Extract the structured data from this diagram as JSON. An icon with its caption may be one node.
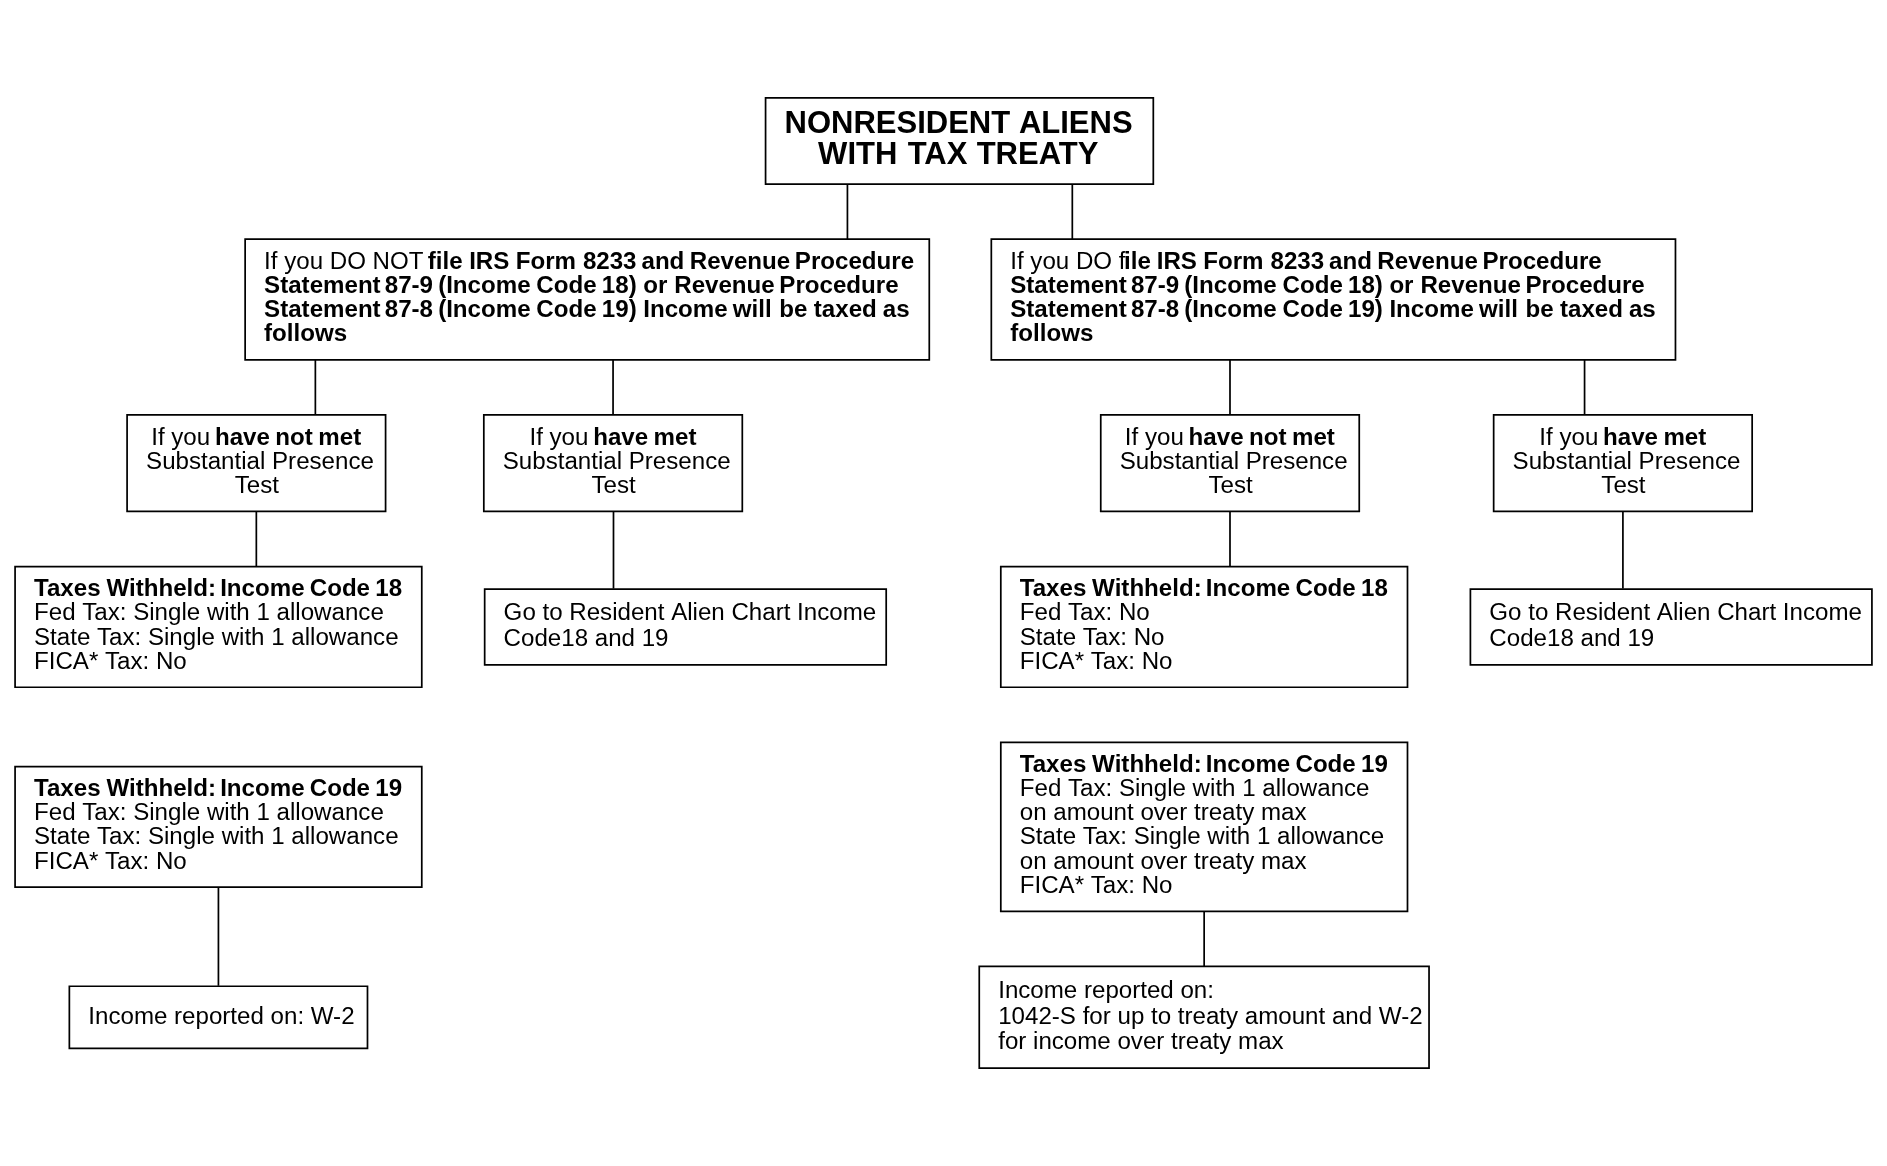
{
  "diagram": {
    "nodes": [
      {
        "text": [
          "NONRESIDENT ALIENS WITH TAX TREATY"
        ]
      },
      {
        "text": [
          "If you DO NOT **file IRS Form 8233 and Revenue Procedure Statement 87-9 (Income Code 18) or Revenue Procedure Statement 87-8 (Income Code 19) Income will be taxed as follows**"
        ]
      },
      {
        "text": [
          "If you DO f**ile IRS Form 8233 and Revenue Procedure Statement 87-9 (Income Code 18) or Revenue Procedure Statement 87-8 (Income Code 19) Income will be taxed as follows**"
        ]
      },
      {
        "text": [
          "If you **have not met** Substantial Presence Test"
        ]
      },
      {
        "text": [
          "If you **have met** Substantial Presence Test"
        ]
      },
      {
        "text": [
          "Taxes Withheld: Income Code 18",
          "Fed Tax: Single with 1 allowance",
          "State Tax: Single with 1 allowance",
          "FICA* Tax: No"
        ]
      },
      {
        "text": [
          "Taxes Withheld: Income Code 19",
          "Fed Tax: Single with 1 allowance",
          "State Tax: Single with 1 allowance",
          "FICA* Tax: No"
        ]
      },
      {
        "text": [
          "Income reported on: W-2"
        ]
      },
      {
        "text": [
          "Go to Resident Alien Chart Income Code18 and 19"
        ]
      },
      {
        "text": [
          "If you **have not met** Substantial Presence Test"
        ]
      },
      {
        "text": [
          "If you **have met** Substantial Presence Test"
        ]
      },
      {
        "text": [
          "Taxes Withheld: Income Code 18",
          "Fed Tax: No",
          "State Tax: No",
          "FICA* Tax: No"
        ]
      },
      {
        "text": [
          "Taxes Withheld: Income Code 19",
          "Fed Tax: Single with 1 allowance on amount over treaty max",
          "State Tax: Single with 1 allowance on amount over treaty max",
          "FICA* Tax: No"
        ]
      },
      {
        "text": [
          "Income reported on:",
          "1042-S for up to treaty amount and W-2 for income over treaty max"
        ]
      },
      {
        "text": [
          "Go to Resident Alien Chart Income Code18 and 19"
        ]
      }
    ],
    "edges": [
      {
        "from": 0,
        "to": 1,
        "arrow": "none"
      },
      {
        "from": 0,
        "to": 2,
        "arrow": "none"
      },
      {
        "from": 1,
        "to": 3,
        "arrow": "none"
      },
      {
        "from": 1,
        "to": 4,
        "arrow": "none"
      },
      {
        "from": 2,
        "to": 9,
        "arrow": "none"
      },
      {
        "from": 2,
        "to": 10,
        "arrow": "none"
      },
      {
        "from": 3,
        "to": 5,
        "arrow": "none"
      },
      {
        "from": 4,
        "to": 8,
        "arrow": "none"
      },
      {
        "from": 6,
        "to": 7,
        "arrow": "none"
      },
      {
        "from": 9,
        "to": 11,
        "arrow": "none"
      },
      {
        "from": 10,
        "to": 14,
        "arrow": "none"
      },
      {
        "from": 12,
        "to": 13,
        "arrow": "none"
      }
    ]
  }
}
